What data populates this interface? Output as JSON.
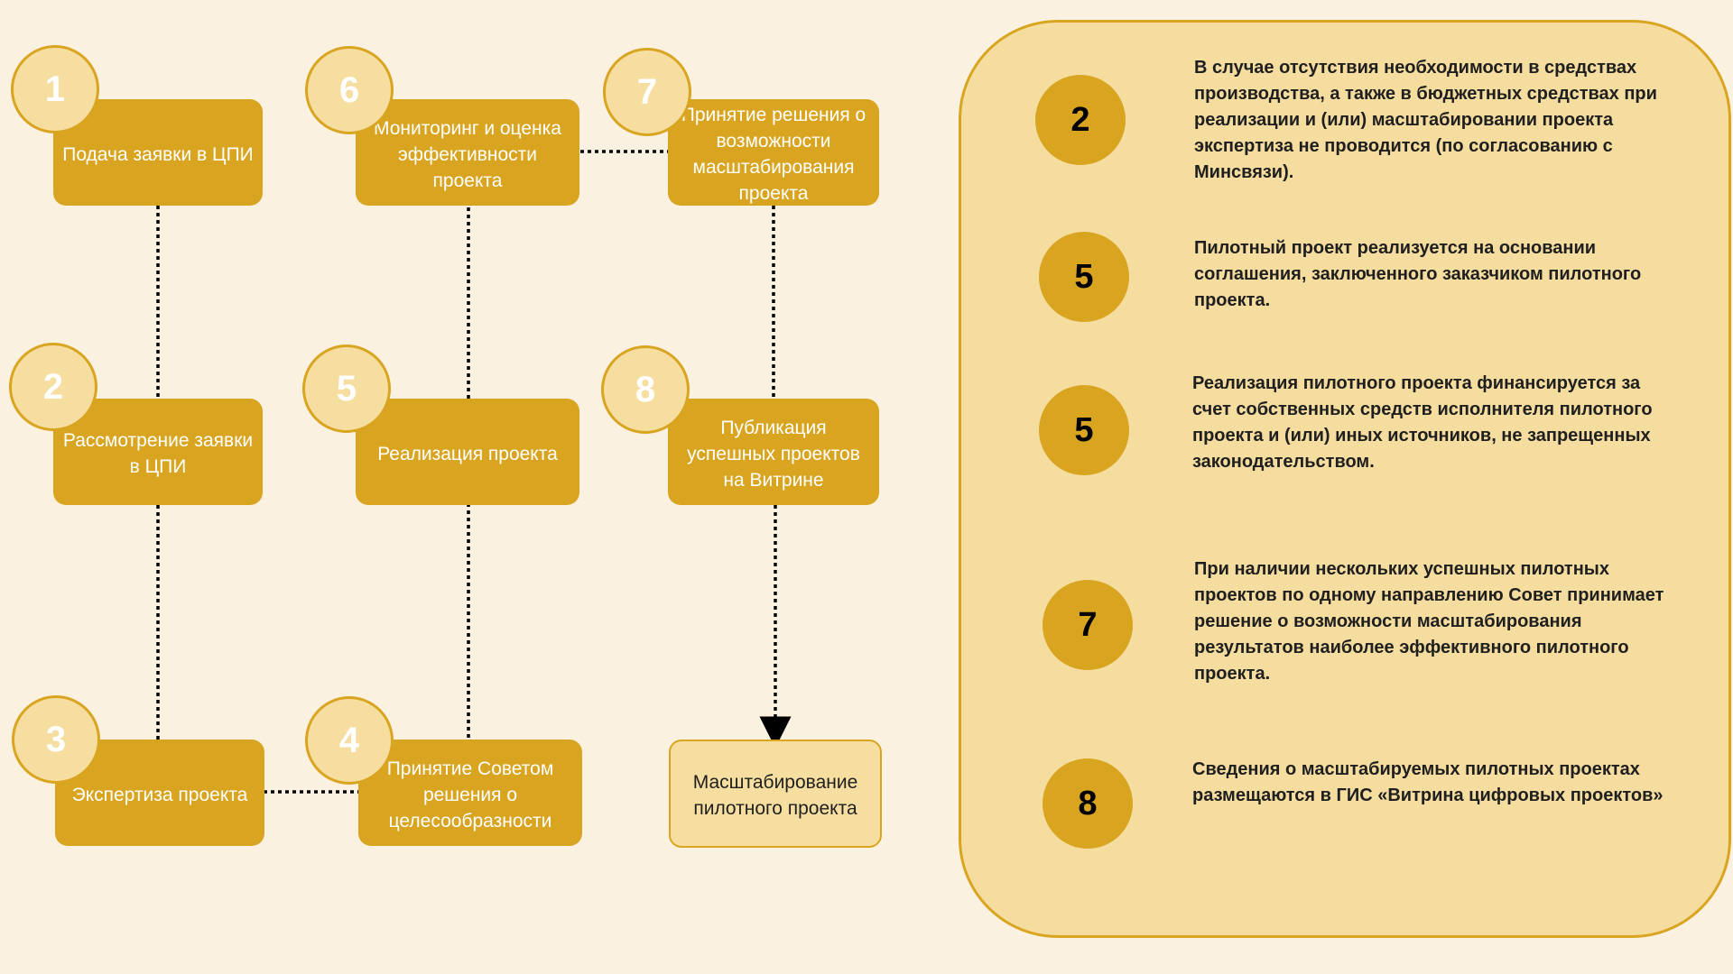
{
  "steps": [
    {
      "num": "1",
      "label": "Подача заявки в ЦПИ"
    },
    {
      "num": "2",
      "label": "Рассмотрение заявки в ЦПИ"
    },
    {
      "num": "3",
      "label": "Экспертиза проекта"
    },
    {
      "num": "4",
      "label": "Принятие Советом решения о целесообразности"
    },
    {
      "num": "5",
      "label": "Реализация проекта"
    },
    {
      "num": "6",
      "label": "Мониторинг и оценка эффективности проекта"
    },
    {
      "num": "7",
      "label": "Принятие решения о возможности масштабирования проекта"
    },
    {
      "num": "8",
      "label": "Публикация успешных проектов на Витрине"
    }
  ],
  "final_step": {
    "label": "Масштабирование пилотного проекта"
  },
  "notes": [
    {
      "num": "2",
      "text": "В случае отсутствия необходимости в средствах производства, а также в бюджетных средствах при реализации и (или) масштабировании проекта экспертиза не проводится (по согласованию с Минсвязи)."
    },
    {
      "num": "5",
      "text": "Пилотный проект реализуется на основании соглашения, заключенного заказчиком пилотного проекта."
    },
    {
      "num": "5",
      "text": "Реализация пилотного проекта финансируется за счет собственных средств исполнителя пилотного проекта и (или) иных источников, не запрещенных законодательством."
    },
    {
      "num": "7",
      "text": "При наличии нескольких успешных пилотных проектов по одному направлению Совет принимает решение о возможности масштабирования результатов наиболее эффективного пилотного проекта."
    },
    {
      "num": "8",
      "text": "Сведения о масштабируемых пилотных проектах размещаются в ГИС «Витрина цифровых проектов»"
    }
  ],
  "colors": {
    "background": "#FBF1E0",
    "accent": "#D9A521",
    "light": "#F5DEA0",
    "panel": "#F5DC9F"
  }
}
